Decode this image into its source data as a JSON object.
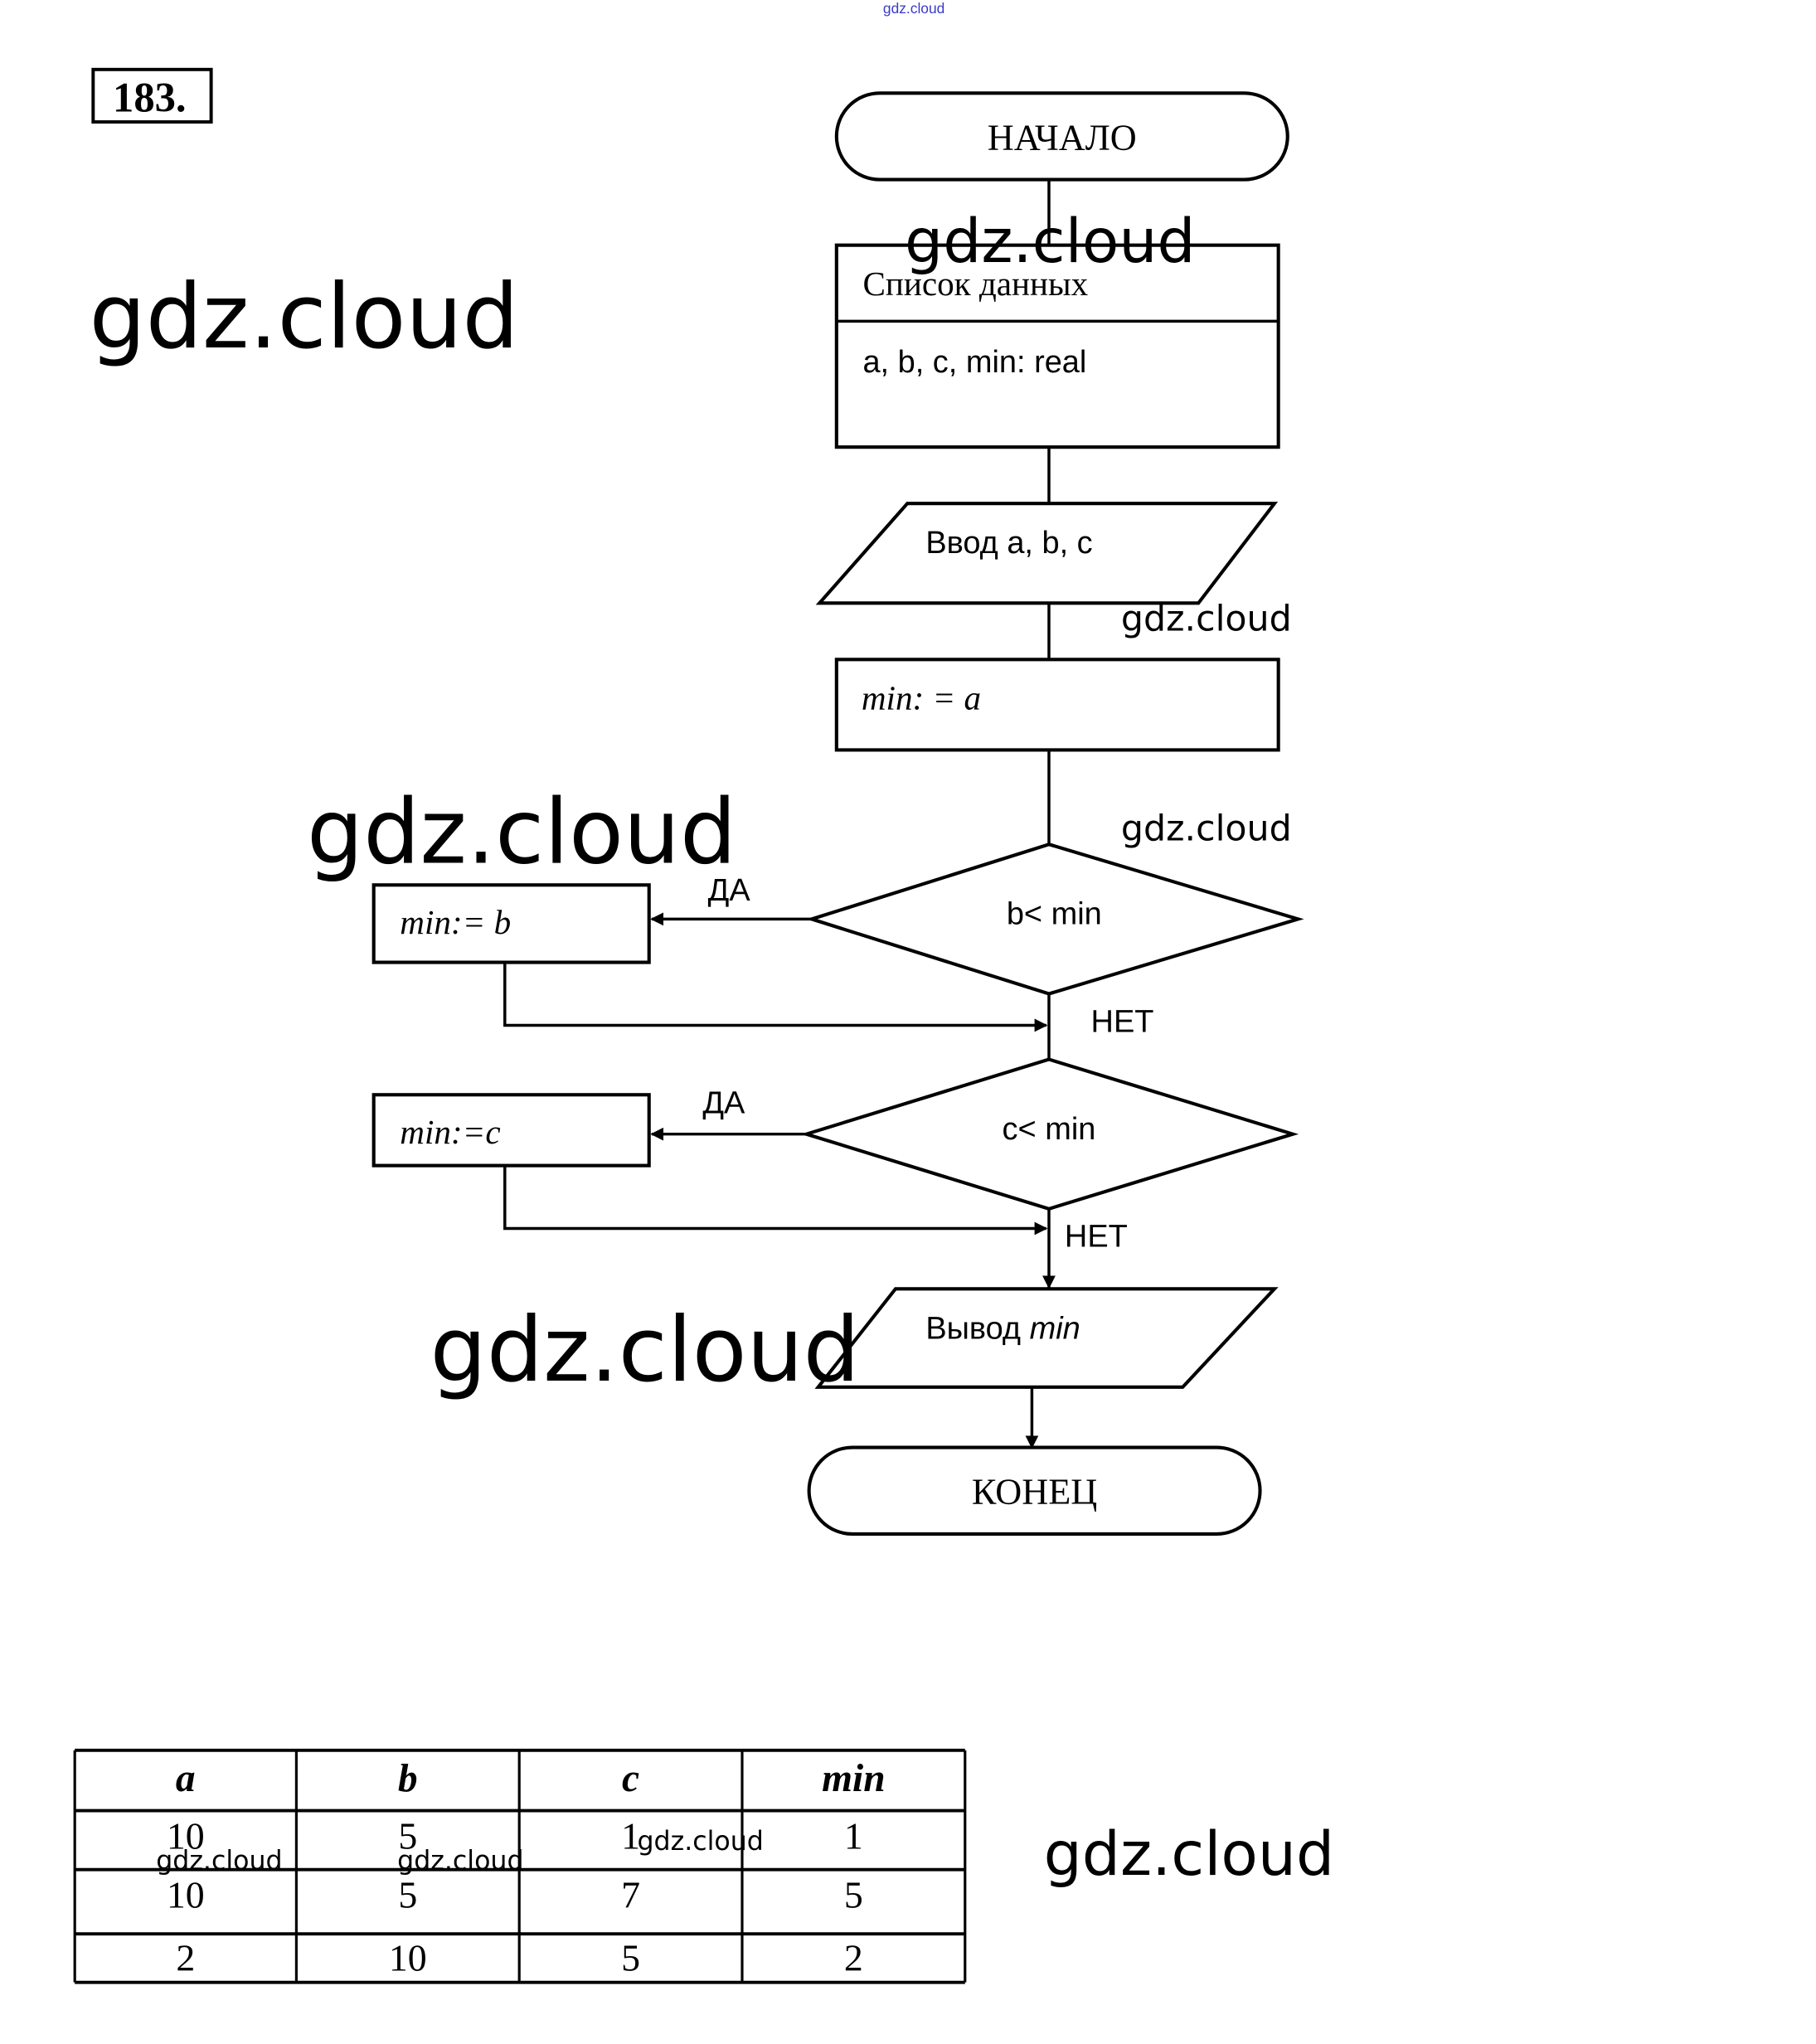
{
  "problem_number": "183.",
  "top_watermark": "gdz.cloud",
  "watermark_text": "gdz.cloud",
  "colors": {
    "ink": "#000000",
    "top_watermark": "#3a3acc",
    "background": "#ffffff"
  },
  "flowchart": {
    "start": "НАЧАЛО",
    "data_block": {
      "title": "Список данных",
      "declaration": "a, b, c, min: real"
    },
    "input": "Ввод a, b, c",
    "assign_min_a": "min: = a",
    "decision_1": {
      "condition": "b< min",
      "yes_label": "ДА",
      "no_label": "НЕТ",
      "yes_action": "min:= b"
    },
    "decision_2": {
      "condition": "c< min",
      "yes_label": "ДА",
      "no_label": "НЕТ",
      "yes_action": "min:=c"
    },
    "output": {
      "prefix": "Вывод ",
      "var": "min"
    },
    "end": "КОНЕЦ"
  },
  "trace_table": {
    "headers": [
      "a",
      "b",
      "c",
      "min"
    ],
    "rows": [
      [
        "10",
        "5",
        "1",
        "1"
      ],
      [
        "10",
        "5",
        "7",
        "5"
      ],
      [
        "2",
        "10",
        "5",
        "2"
      ]
    ]
  }
}
